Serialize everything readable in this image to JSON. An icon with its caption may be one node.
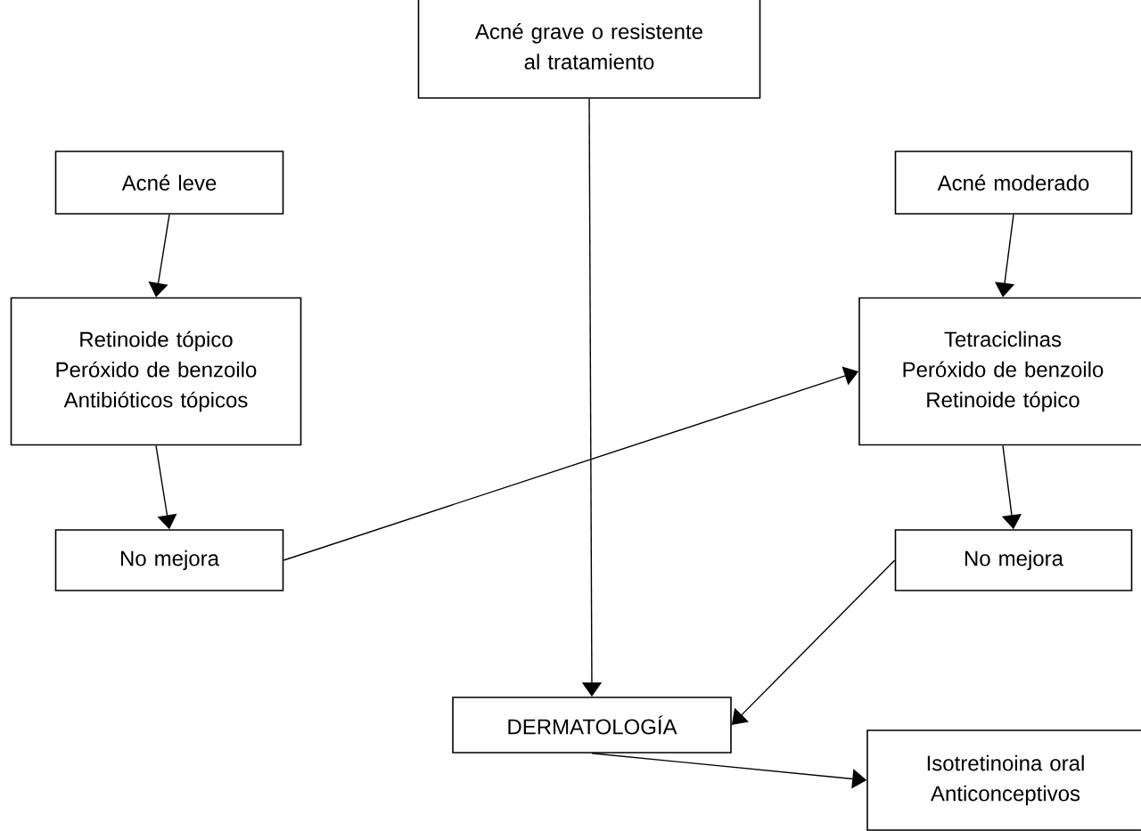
{
  "diagram": {
    "nodes": [
      {
        "text": [
          "Acné grave o resistente al tratamiento"
        ]
      },
      {
        "text": [
          "Acné leve"
        ]
      },
      {
        "text": [
          "Acné moderado"
        ]
      },
      {
        "text": [
          "Retinoide tópico",
          "Peróxido de benzoilo",
          "Antibióticos tópicos"
        ]
      },
      {
        "text": [
          "Tetraciclinas",
          "Peróxido de benzoilo",
          "Retinoide tópico"
        ]
      },
      {
        "text": [
          "No mejora"
        ]
      },
      {
        "text": [
          "No mejora"
        ]
      },
      {
        "text": [
          "DERMATOLOGÍA"
        ]
      },
      {
        "text": [
          "Isotretinoina oral",
          "Anticonceptivos"
        ]
      }
    ],
    "edges": [
      {
        "from": 1,
        "to": 3,
        "arrow": "to"
      },
      {
        "from": 3,
        "to": 5,
        "arrow": "to"
      },
      {
        "from": 5,
        "to": 4,
        "arrow": "to"
      },
      {
        "from": 2,
        "to": 4,
        "arrow": "to"
      },
      {
        "from": 4,
        "to": 6,
        "arrow": "to"
      },
      {
        "from": 0,
        "to": 7,
        "arrow": "to"
      },
      {
        "from": 6,
        "to": 7,
        "arrow": "to"
      },
      {
        "from": 7,
        "to": 8,
        "arrow": "to"
      }
    ]
  }
}
